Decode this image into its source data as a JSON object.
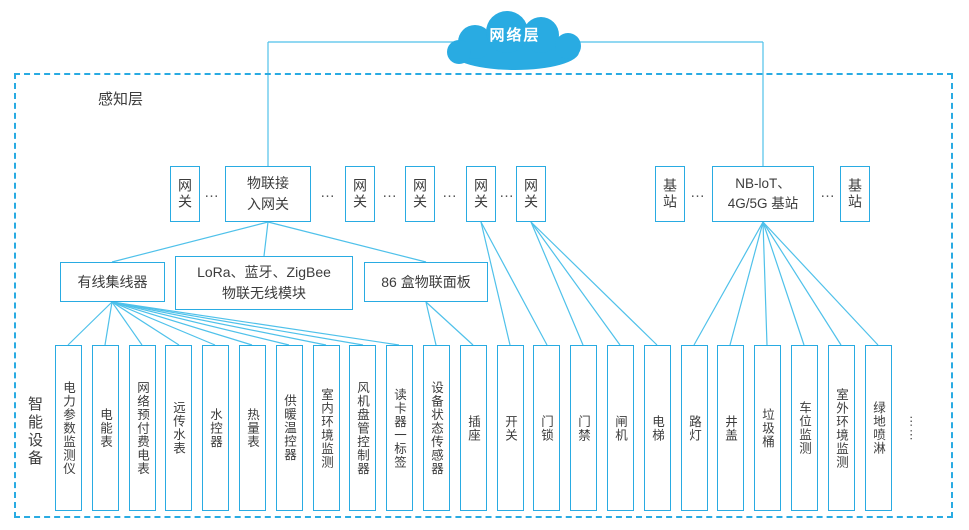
{
  "network_layer": {
    "label": "网络层"
  },
  "perception_layer": {
    "label": "感知层",
    "smart_devices_label": "智能设备",
    "gateways": {
      "gateway": "网关",
      "iot_access_gateway": "物联接\n入网关",
      "base_station": "基站",
      "nb_station": "NB-loT、\n4G/5G 基站",
      "ellipsis": "…"
    },
    "hubs": {
      "wired_hub": "有线集线器",
      "wireless_module": "LoRa、蓝牙、ZigBee\n物联无线模块",
      "panel_86": "86 盒物联面板"
    },
    "devices": [
      "电力参数监测仪",
      "电能表",
      "网络预付费电表",
      "远传水表",
      "水控器",
      "热量表",
      "供暖温控器",
      "室内环境监测",
      "风机盘管控制器",
      "读卡器一标签",
      "设备状态传感器",
      "插座",
      "开关",
      "门锁",
      "门禁",
      "闸机",
      "电梯",
      "路灯",
      "井盖",
      "垃圾桶",
      "车位监测",
      "室外环境监测",
      "绿地喷淋",
      "……"
    ]
  },
  "colors": {
    "accent": "#29abe2",
    "line": "#4fc1ea",
    "text": "#3c3c3c",
    "cloud_fill": "#29abe2"
  }
}
